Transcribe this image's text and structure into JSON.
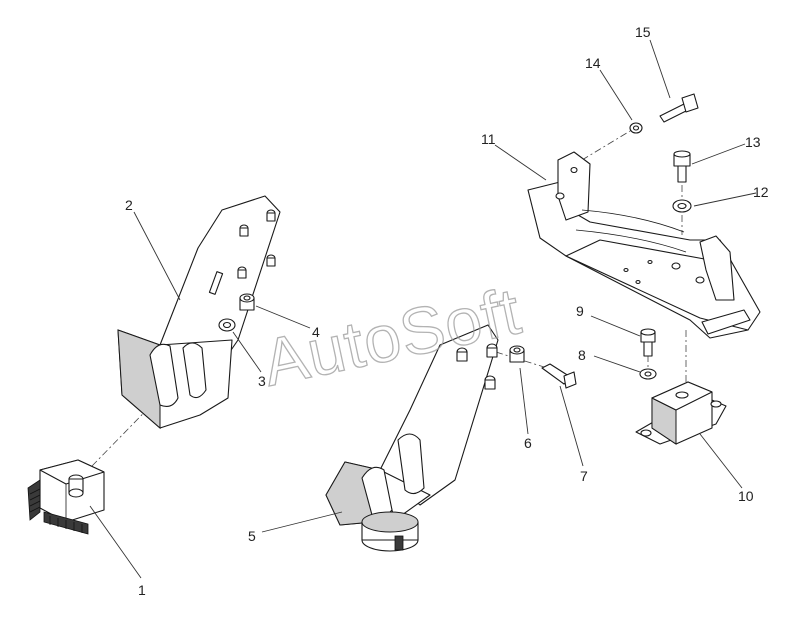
{
  "labels": {
    "p1": "1",
    "p2": "2",
    "p3": "3",
    "p4": "4",
    "p5": "5",
    "p6": "6",
    "p7": "7",
    "p8": "8",
    "p9": "9",
    "p10": "10",
    "p11": "11",
    "p12": "12",
    "p13": "13",
    "p14": "14",
    "p15": "15"
  },
  "watermark": "AutoSoft",
  "colors": {
    "ink": "#1a1a1a",
    "shade": "#cfcfcf",
    "watermark": "#9a9a9a"
  }
}
